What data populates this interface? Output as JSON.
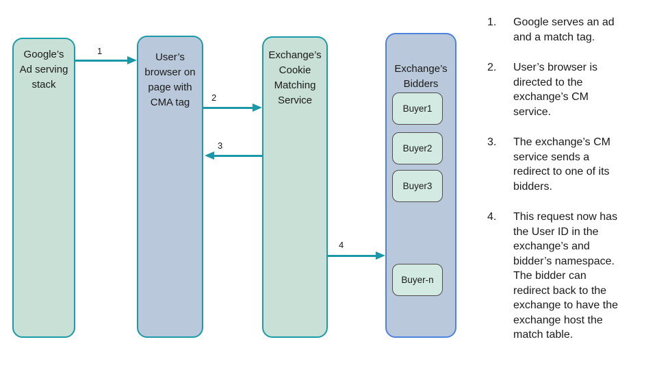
{
  "diagram": {
    "nodes": [
      {
        "id": "google-ad-stack",
        "label": "Google’s\nAd serving\nstack"
      },
      {
        "id": "user-browser",
        "label": "User’s\nbrowser on\npage with\nCMA tag"
      },
      {
        "id": "cookie-matching-service",
        "label": "Exchange’s\nCookie\nMatching\nService"
      },
      {
        "id": "exchange-bidders",
        "label": "Exchange’s\nBidders"
      }
    ],
    "buyers": [
      "Buyer1",
      "Buyer2",
      "Buyer3",
      "Buyer-n"
    ],
    "arrows": [
      {
        "label": "1",
        "from": "google-ad-stack",
        "to": "user-browser",
        "direction": "right"
      },
      {
        "label": "2",
        "from": "user-browser",
        "to": "cookie-matching-service",
        "direction": "right"
      },
      {
        "label": "3",
        "from": "cookie-matching-service",
        "to": "user-browser",
        "direction": "left"
      },
      {
        "label": "4",
        "from": "cookie-matching-service",
        "to": "exchange-bidders",
        "direction": "right"
      }
    ]
  },
  "steps": {
    "items": [
      {
        "num": "1.",
        "text": "Google serves an ad\nand a match tag."
      },
      {
        "num": "2.",
        "text": "User’s browser is\ndirected to the\nexchange’s CM\nservice."
      },
      {
        "num": "3.",
        "text": "The exchange’s CM\nservice sends a\nredirect to one of its\nbidders."
      },
      {
        "num": "4.",
        "text": "This request now has\nthe User ID in the\nexchange’s and\nbidder’s namespace.\nThe bidder can\nredirect back to the\nexchange to have the\nexchange host the\nmatch table."
      }
    ]
  },
  "colors": {
    "teal_border": "#1b9aaa",
    "green_fill": "#c8e0d6",
    "blue_fill": "#b9c8da",
    "bidders_border": "#4d82dd",
    "buyer_fill": "#d3eae3",
    "buyer_border": "#4d4d4d",
    "arrow": "#1b98a8",
    "text": "#1a1a1a"
  }
}
